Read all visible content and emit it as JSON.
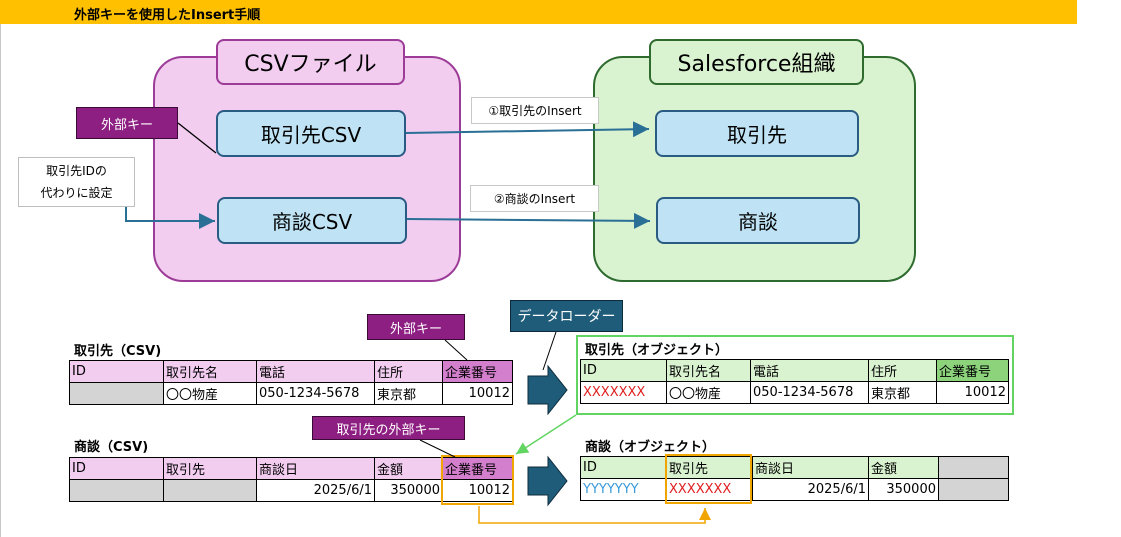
{
  "header": {
    "title": "外部キーを使用したInsert手順"
  },
  "diagram": {
    "csv_group_title": "CSVファイル",
    "sf_group_title": "Salesforce組織",
    "account_csv": "取引先CSV",
    "opportunity_csv": "商談CSV",
    "account_sf": "取引先",
    "opportunity_sf": "商談",
    "foreign_key_tag": "外部キー",
    "note_line1": "取引先IDの",
    "note_line2": "代わりに設定",
    "step1": "①取引先のInsert",
    "step2": "②商談のInsert"
  },
  "tables": {
    "foreign_key_tag": "外部キー",
    "account_fk_tag": "取引先の外部キー",
    "data_loader": "データローダー",
    "account_csv": {
      "label": "取引先（CSV)",
      "headers": [
        "ID",
        "取引先名",
        "電話",
        "住所",
        "企業番号"
      ],
      "row": [
        "",
        "〇〇物産",
        "050-1234-5678",
        "東京都",
        "10012"
      ]
    },
    "opportunity_csv": {
      "label": "商談（CSV)",
      "headers": [
        "ID",
        "取引先",
        "商談日",
        "金額",
        "企業番号"
      ],
      "row": [
        "",
        "",
        "2025/6/1",
        "350000",
        "10012"
      ]
    },
    "account_obj": {
      "label": "取引先（オブジェクト）",
      "headers": [
        "ID",
        "取引先名",
        "電話",
        "住所",
        "企業番号"
      ],
      "row": [
        "XXXXXXX",
        "〇〇物産",
        "050-1234-5678",
        "東京都",
        "10012"
      ]
    },
    "opportunity_obj": {
      "label": "商談（オブジェクト）",
      "headers": [
        "ID",
        "取引先",
        "商談日",
        "金額",
        ""
      ],
      "row": [
        "YYYYYYY",
        "XXXXXXX",
        "2025/6/1",
        "350000",
        ""
      ]
    }
  },
  "colors": {
    "title_bar": "#ffc000",
    "csv_fill": "#f2cdf0",
    "csv_border": "#9c3c98",
    "sf_fill": "#d9f2d0",
    "sf_border": "#2e6b2e",
    "node_fill": "#bfe3f5",
    "node_border": "#2a5c83",
    "foreign_key_tag": "#8e1f82",
    "data_loader": "#1f5c7a",
    "highlight": "#f0a500",
    "link_green": "#61d461"
  }
}
